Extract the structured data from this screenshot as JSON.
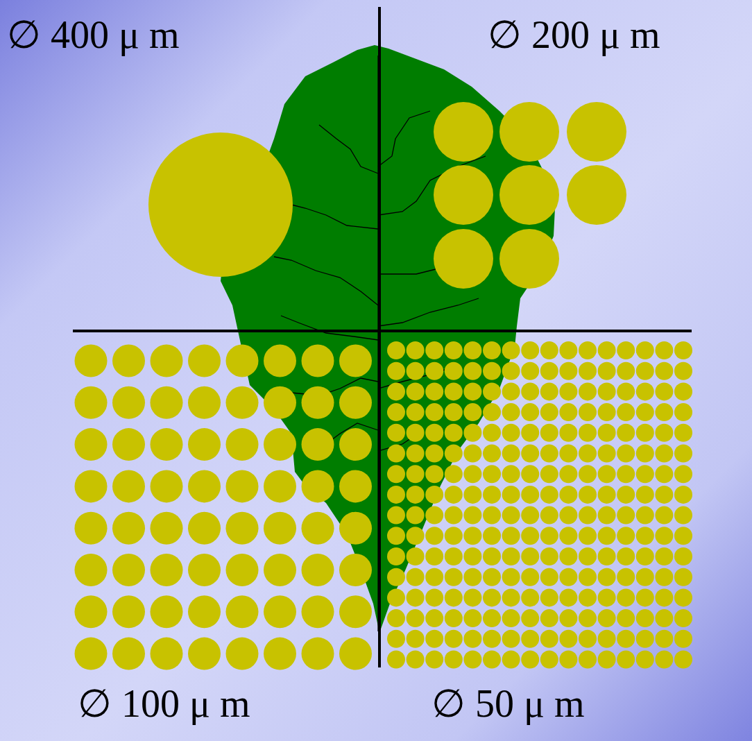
{
  "diagram": {
    "labels": [
      "∅ 400 μ m",
      "∅ 200 μ m",
      "∅ 100 μ m",
      "∅ 50 μ m"
    ]
  }
}
